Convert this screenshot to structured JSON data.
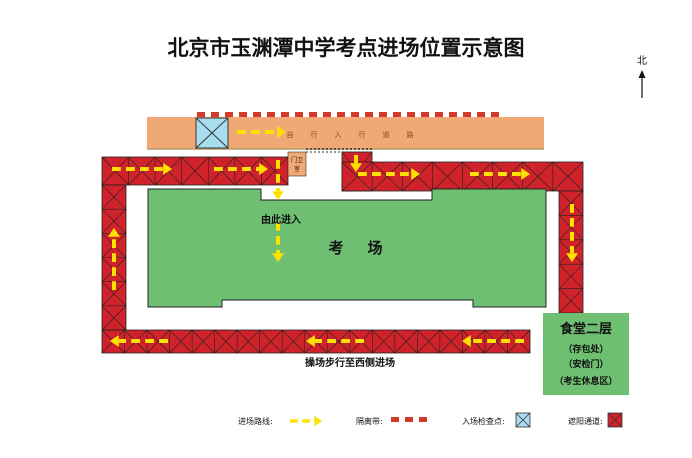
{
  "title": "北京市玉渊潭中学考点进场位置示意图",
  "north_label": "北",
  "road_chars": [
    "自",
    "行",
    "入",
    "行",
    "道",
    "路"
  ],
  "guard_room": {
    "line1": "门卫",
    "line2": "室"
  },
  "entrance_text": "由此进入",
  "exam_area": {
    "char1": "考",
    "char2": "场"
  },
  "playground_text": "操场步行至西侧进场",
  "canteen": {
    "title": "食堂二层",
    "line1": "（存包处）",
    "line2": "（安检门）",
    "line3": "（考生休息区）"
  },
  "legend": {
    "route": "进场路线:",
    "isolation": "隔离带:",
    "checkpoint": "入场检查点:",
    "shade": "遮阳通道:"
  },
  "colors": {
    "shade_fill": "#d0222a",
    "route_arrow": "#ffe100",
    "building": "#6fbf73",
    "road": "#f0a874",
    "checkpoint": "#a8dcef",
    "isolation": "#d23a2a"
  }
}
